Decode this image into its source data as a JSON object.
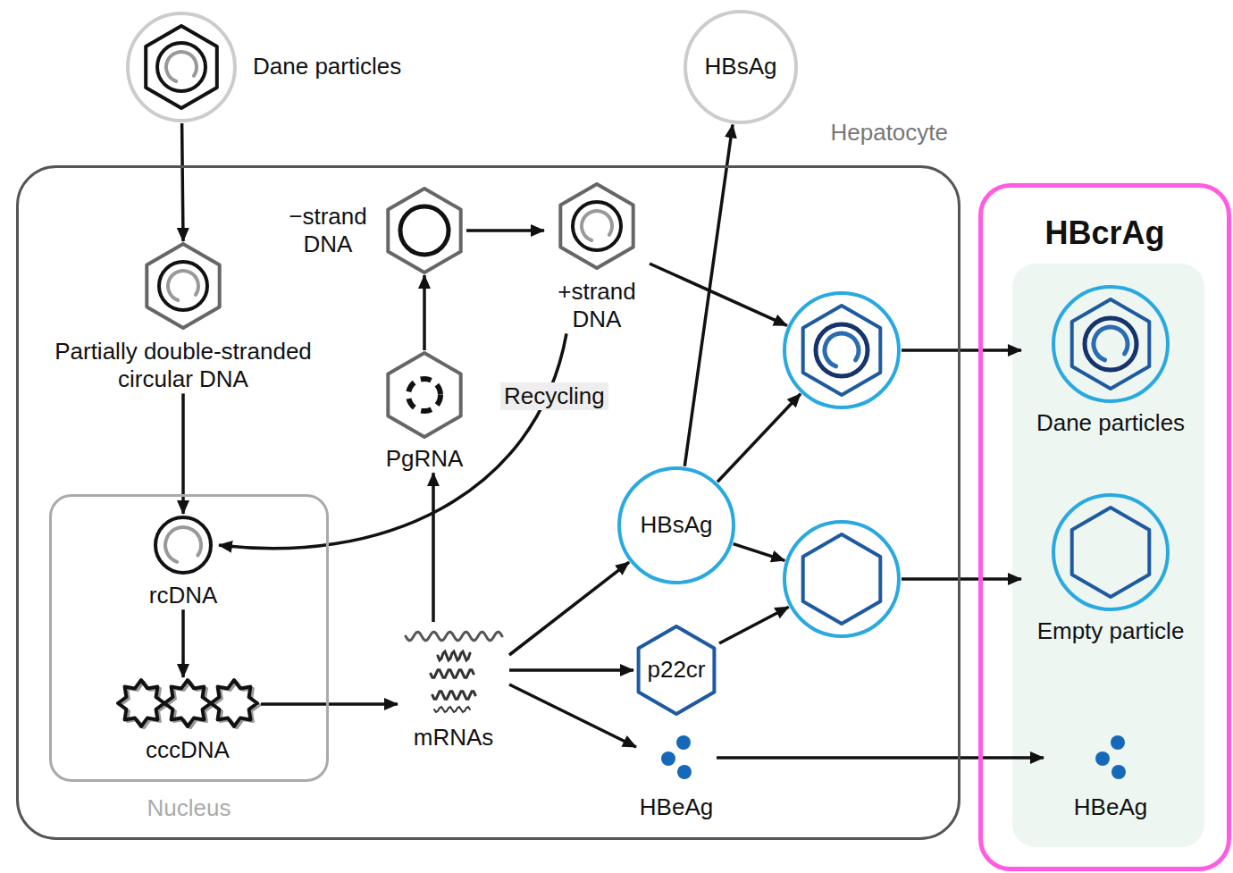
{
  "diagram": {
    "nodes": [
      {
        "text": [
          "Dane particles"
        ]
      },
      {
        "text": [
          "HBsAg"
        ]
      },
      {
        "text": [
          "Hepatocyte"
        ]
      },
      {
        "text": [
          "−strand DNA"
        ],
        "in": 2
      },
      {
        "text": [
          "+strand DNA"
        ],
        "in": 2
      },
      {
        "text": [
          "Partially double-stranded circular DNA"
        ],
        "in": 2
      },
      {
        "text": [
          "PgRNA"
        ],
        "in": 2
      },
      {
        "text": [
          "Nucleus"
        ],
        "in": 2
      },
      {
        "text": [
          "rcDNA"
        ],
        "in": 7
      },
      {
        "text": [
          "cccDNA"
        ],
        "in": 7
      },
      {
        "text": [
          "mRNAs"
        ],
        "in": 2
      },
      {
        "text": [
          "HBsAg"
        ],
        "in": 2
      },
      {
        "text": [],
        "in": 2
      },
      {
        "text": [],
        "in": 2
      },
      {
        "text": [
          "p22cr"
        ],
        "in": 2
      },
      {
        "text": [
          "HBeAg"
        ],
        "in": 2
      },
      {
        "text": [
          "HBcrAg"
        ]
      },
      {
        "text": [
          "Dane particles"
        ],
        "in": 16
      },
      {
        "text": [
          "Empty particle"
        ],
        "in": 16
      },
      {
        "text": [
          "HBeAg"
        ],
        "in": 16
      }
    ],
    "edges": [
      {
        "from": 0,
        "to": 5,
        "arrow": "to"
      },
      {
        "from": 5,
        "to": 8,
        "arrow": "to"
      },
      {
        "from": 8,
        "to": 9,
        "arrow": "to"
      },
      {
        "from": 9,
        "to": 10,
        "arrow": "to"
      },
      {
        "from": 10,
        "to": 6,
        "arrow": "to"
      },
      {
        "from": 6,
        "to": 3,
        "arrow": "to"
      },
      {
        "from": 3,
        "to": 4,
        "arrow": "to"
      },
      {
        "from": 4,
        "to": 12,
        "arrow": "to"
      },
      {
        "from": 4,
        "to": 8,
        "label": "Recycling",
        "arrow": "to"
      },
      {
        "from": 10,
        "to": 11,
        "arrow": "to"
      },
      {
        "from": 10,
        "to": 14,
        "arrow": "to"
      },
      {
        "from": 10,
        "to": 15,
        "arrow": "to"
      },
      {
        "from": 11,
        "to": 1,
        "arrow": "to"
      },
      {
        "from": 11,
        "to": 12,
        "arrow": "to"
      },
      {
        "from": 11,
        "to": 13,
        "arrow": "to"
      },
      {
        "from": 14,
        "to": 13,
        "arrow": "to"
      },
      {
        "from": 12,
        "to": 17,
        "arrow": "to"
      },
      {
        "from": 13,
        "to": 18,
        "arrow": "to"
      },
      {
        "from": 15,
        "to": 19,
        "arrow": "to"
      }
    ]
  }
}
